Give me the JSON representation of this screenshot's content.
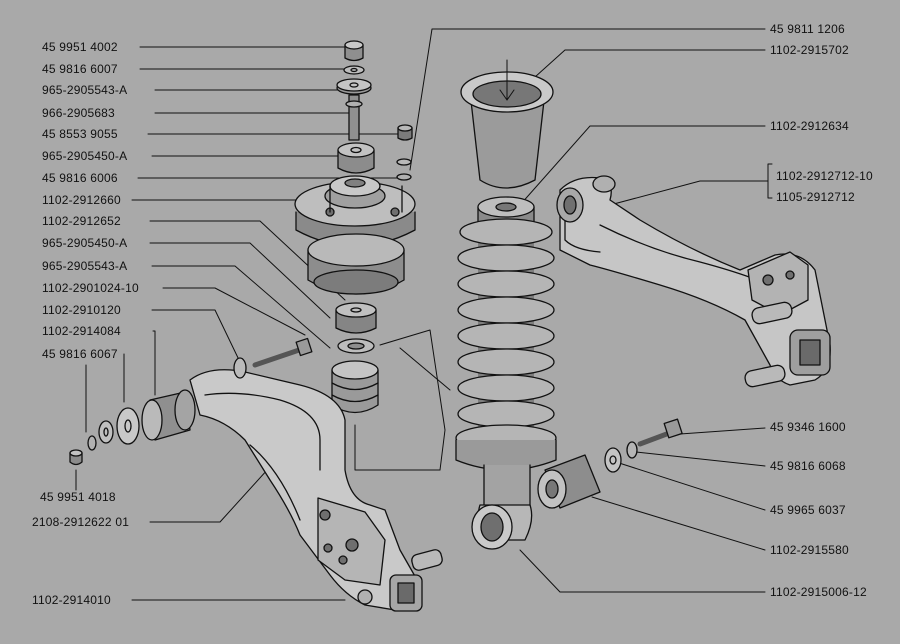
{
  "colors": {
    "background": "#a9a9a9",
    "ink": "#111111"
  },
  "labels": {
    "l1": "45 9951 4002",
    "l2": "45 9816 6007",
    "l3": "965-2905543-A",
    "l4": "966-2905683",
    "l5": "45 8553 9055",
    "l6": "965-2905450-A",
    "l7": "45 9816 6006",
    "l8": "1102-2912660",
    "l9": "1102-2912652",
    "l10": "965-2905450-A",
    "l11": "965-2905543-A",
    "l12": "1102-2901024-10",
    "l13": "1102-2910120",
    "l14": "1102-2914084",
    "l15": "45 9816 6067",
    "l16": "45 9951 4018",
    "l17": "2108-2912622 01",
    "l18": "1102-2914010",
    "r1": "45 9811 1206",
    "r2": "1102-2915702",
    "r3": "1102-2912634",
    "r4": "1102-2912712-10",
    "r5": "1105-2912712",
    "r6": "45 9346 1600",
    "r7": "45 9816 6068",
    "r8": "45 9965 6037",
    "r9": "1102-2915580",
    "r10": "1102-2915006-12"
  }
}
